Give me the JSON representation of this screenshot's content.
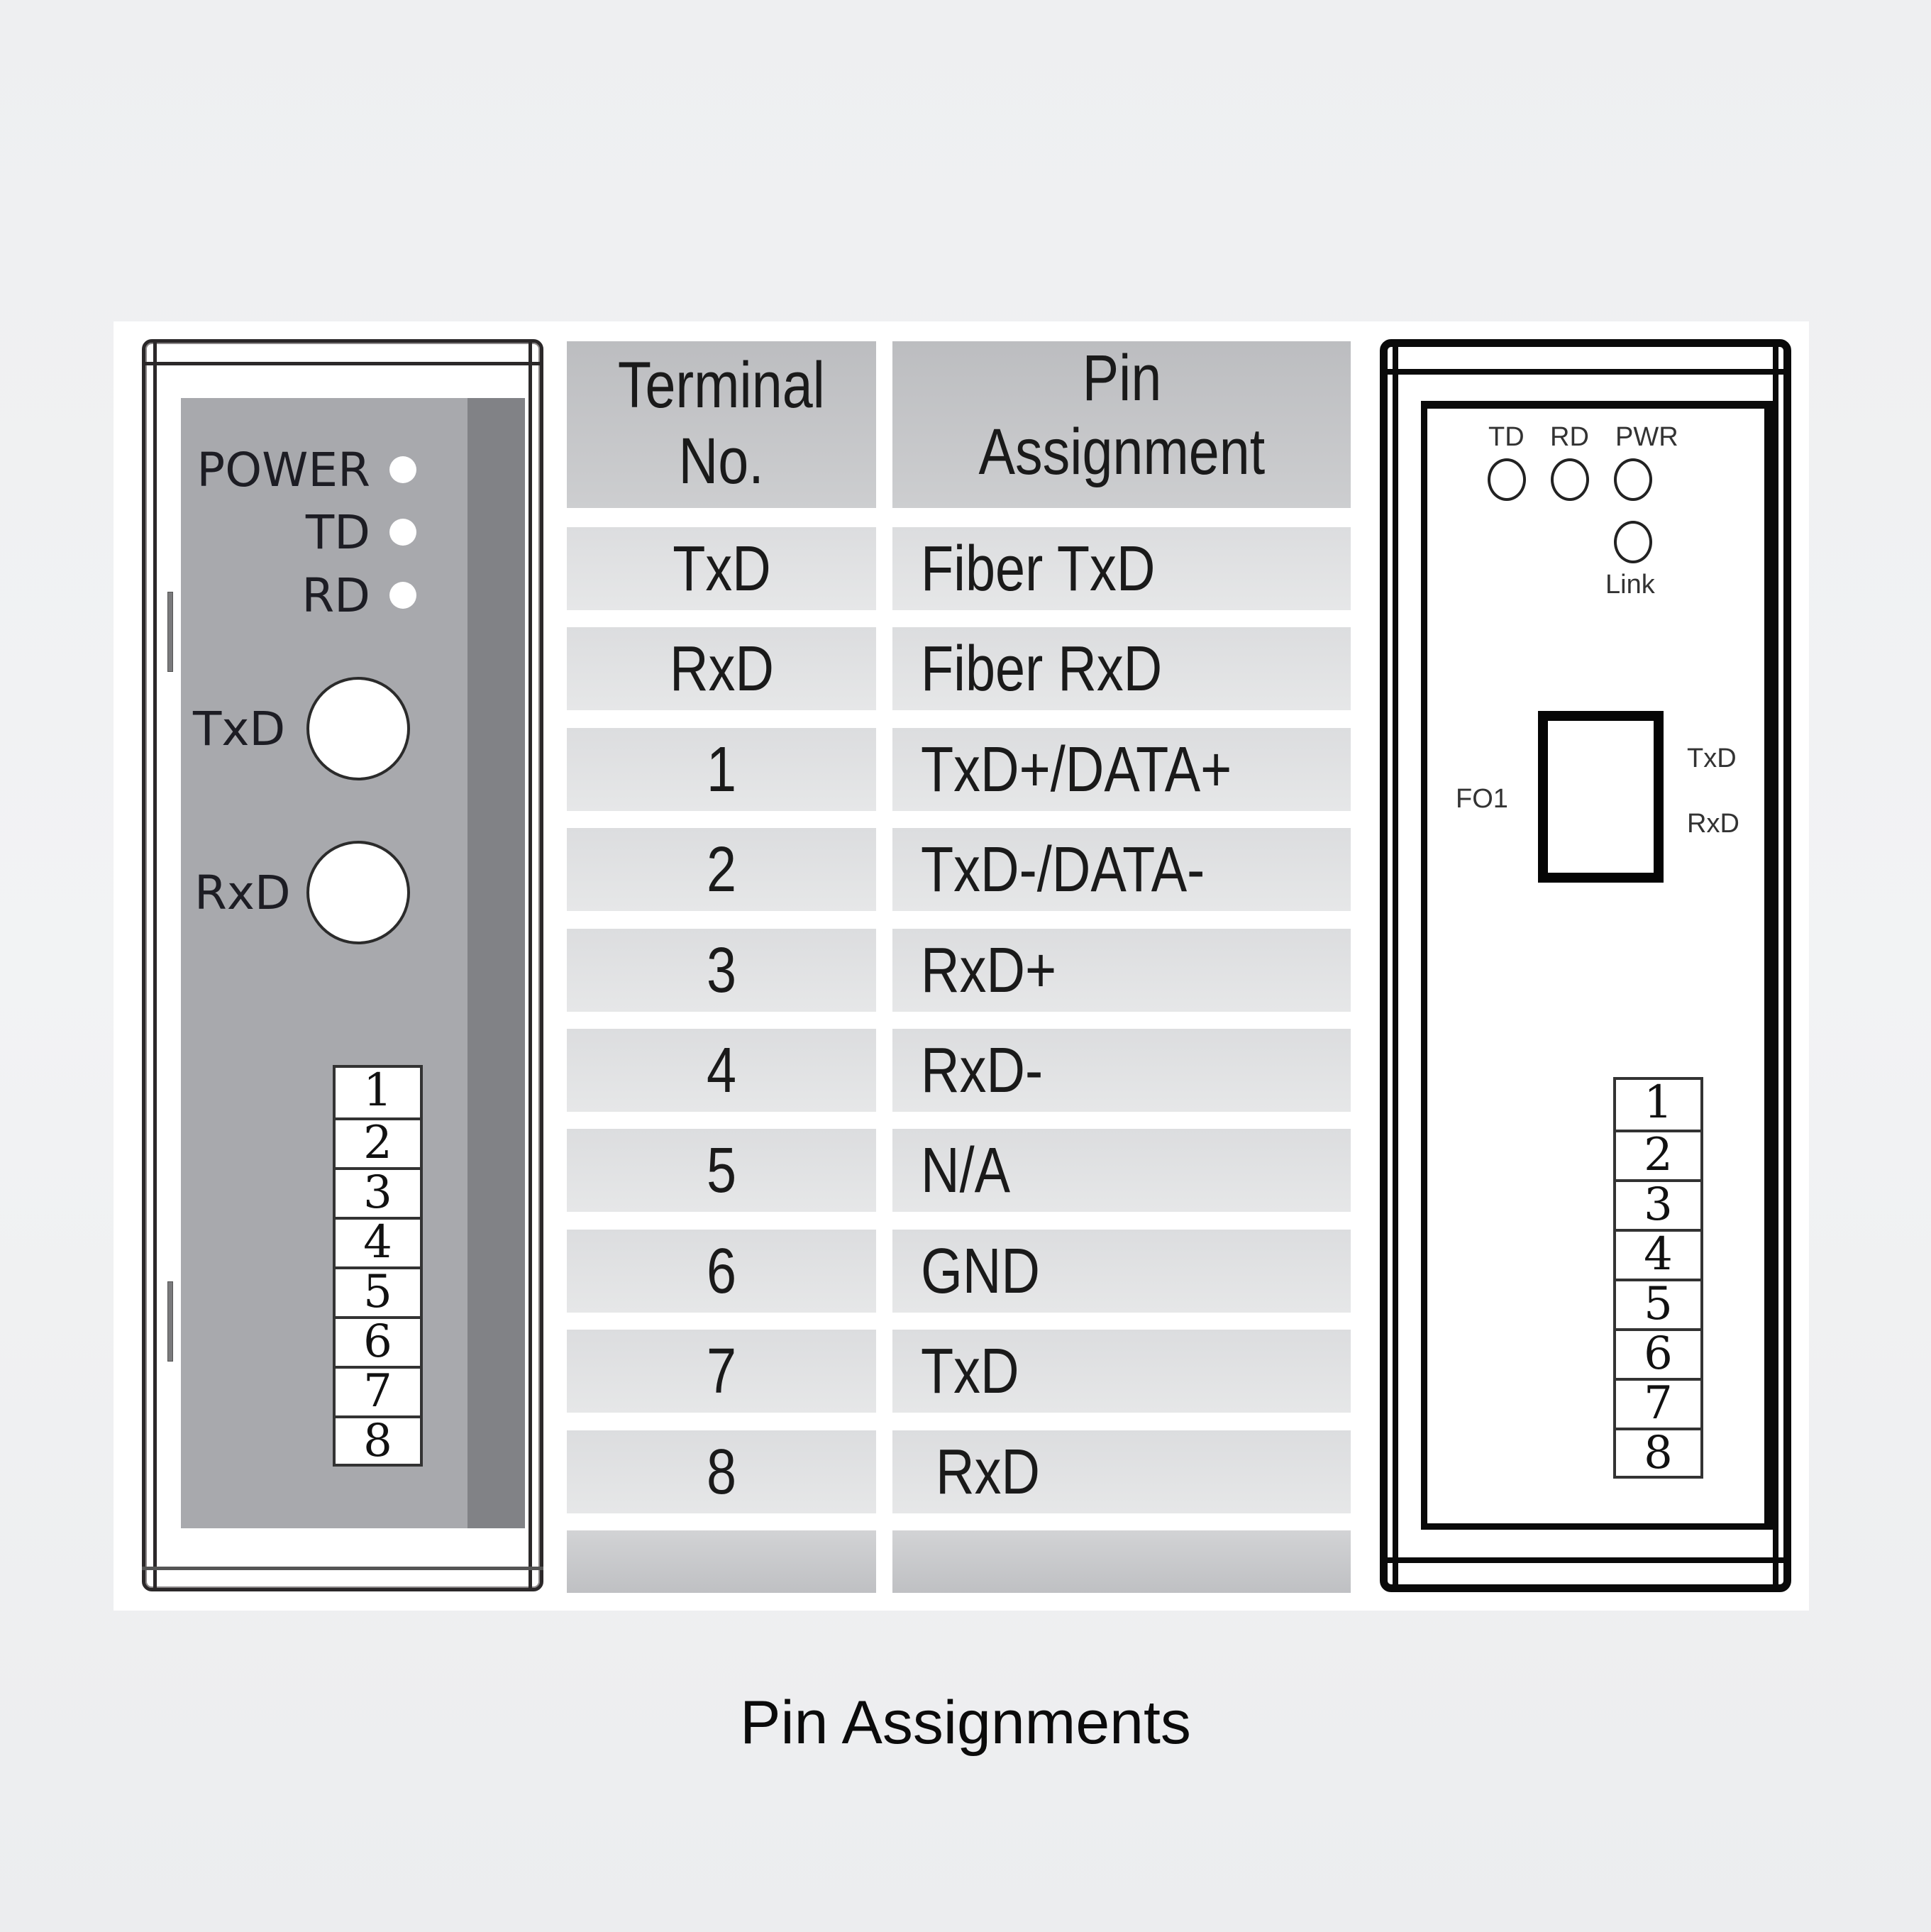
{
  "caption": "Pin Assignments",
  "left_device": {
    "leds": [
      {
        "label": "POWER"
      },
      {
        "label": "TD"
      },
      {
        "label": "RD"
      }
    ],
    "connectors": [
      {
        "label": "TxD"
      },
      {
        "label": "RxD"
      }
    ],
    "terminals": [
      "1",
      "2",
      "3",
      "4",
      "5",
      "6",
      "7",
      "8"
    ],
    "colors": {
      "panel": "#a8a9ad",
      "stripe": "#818286"
    }
  },
  "table": {
    "headers": {
      "terminal_line1": "Terminal",
      "terminal_line2": "No.",
      "pin_line1": "Pin",
      "pin_line2": "Assignment"
    },
    "rows": [
      {
        "terminal": "TxD",
        "assignment": "Fiber TxD"
      },
      {
        "terminal": "RxD",
        "assignment": "Fiber RxD"
      },
      {
        "terminal": "1",
        "assignment": "TxD+/DATA+"
      },
      {
        "terminal": "2",
        "assignment": "TxD-/DATA-"
      },
      {
        "terminal": "3",
        "assignment": "RxD+"
      },
      {
        "terminal": "4",
        "assignment": "RxD-"
      },
      {
        "terminal": "5",
        "assignment": "N/A"
      },
      {
        "terminal": "6",
        "assignment": "GND"
      },
      {
        "terminal": "7",
        "assignment": "TxD"
      },
      {
        "terminal": "8",
        "assignment": " RxD"
      }
    ]
  },
  "right_device": {
    "leds": [
      {
        "label": "TD"
      },
      {
        "label": "RD"
      },
      {
        "label": "PWR"
      }
    ],
    "link_label": "Link",
    "port_label": "FO1",
    "port_tx_label": "TxD",
    "port_rx_label": "RxD",
    "terminals": [
      "1",
      "2",
      "3",
      "4",
      "5",
      "6",
      "7",
      "8"
    ]
  }
}
